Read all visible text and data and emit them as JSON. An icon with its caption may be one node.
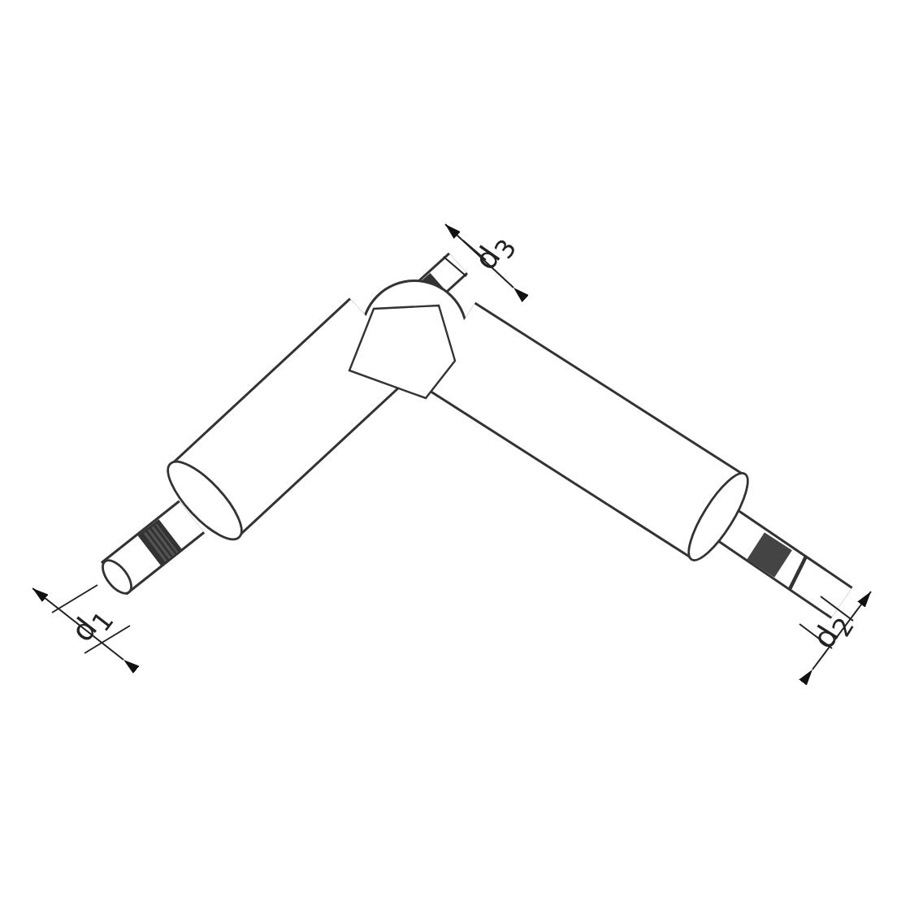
{
  "diagram": {
    "labels": [
      "d$_{1}$",
      "d$_{2}$",
      "d$_{3}$"
    ]
  }
}
